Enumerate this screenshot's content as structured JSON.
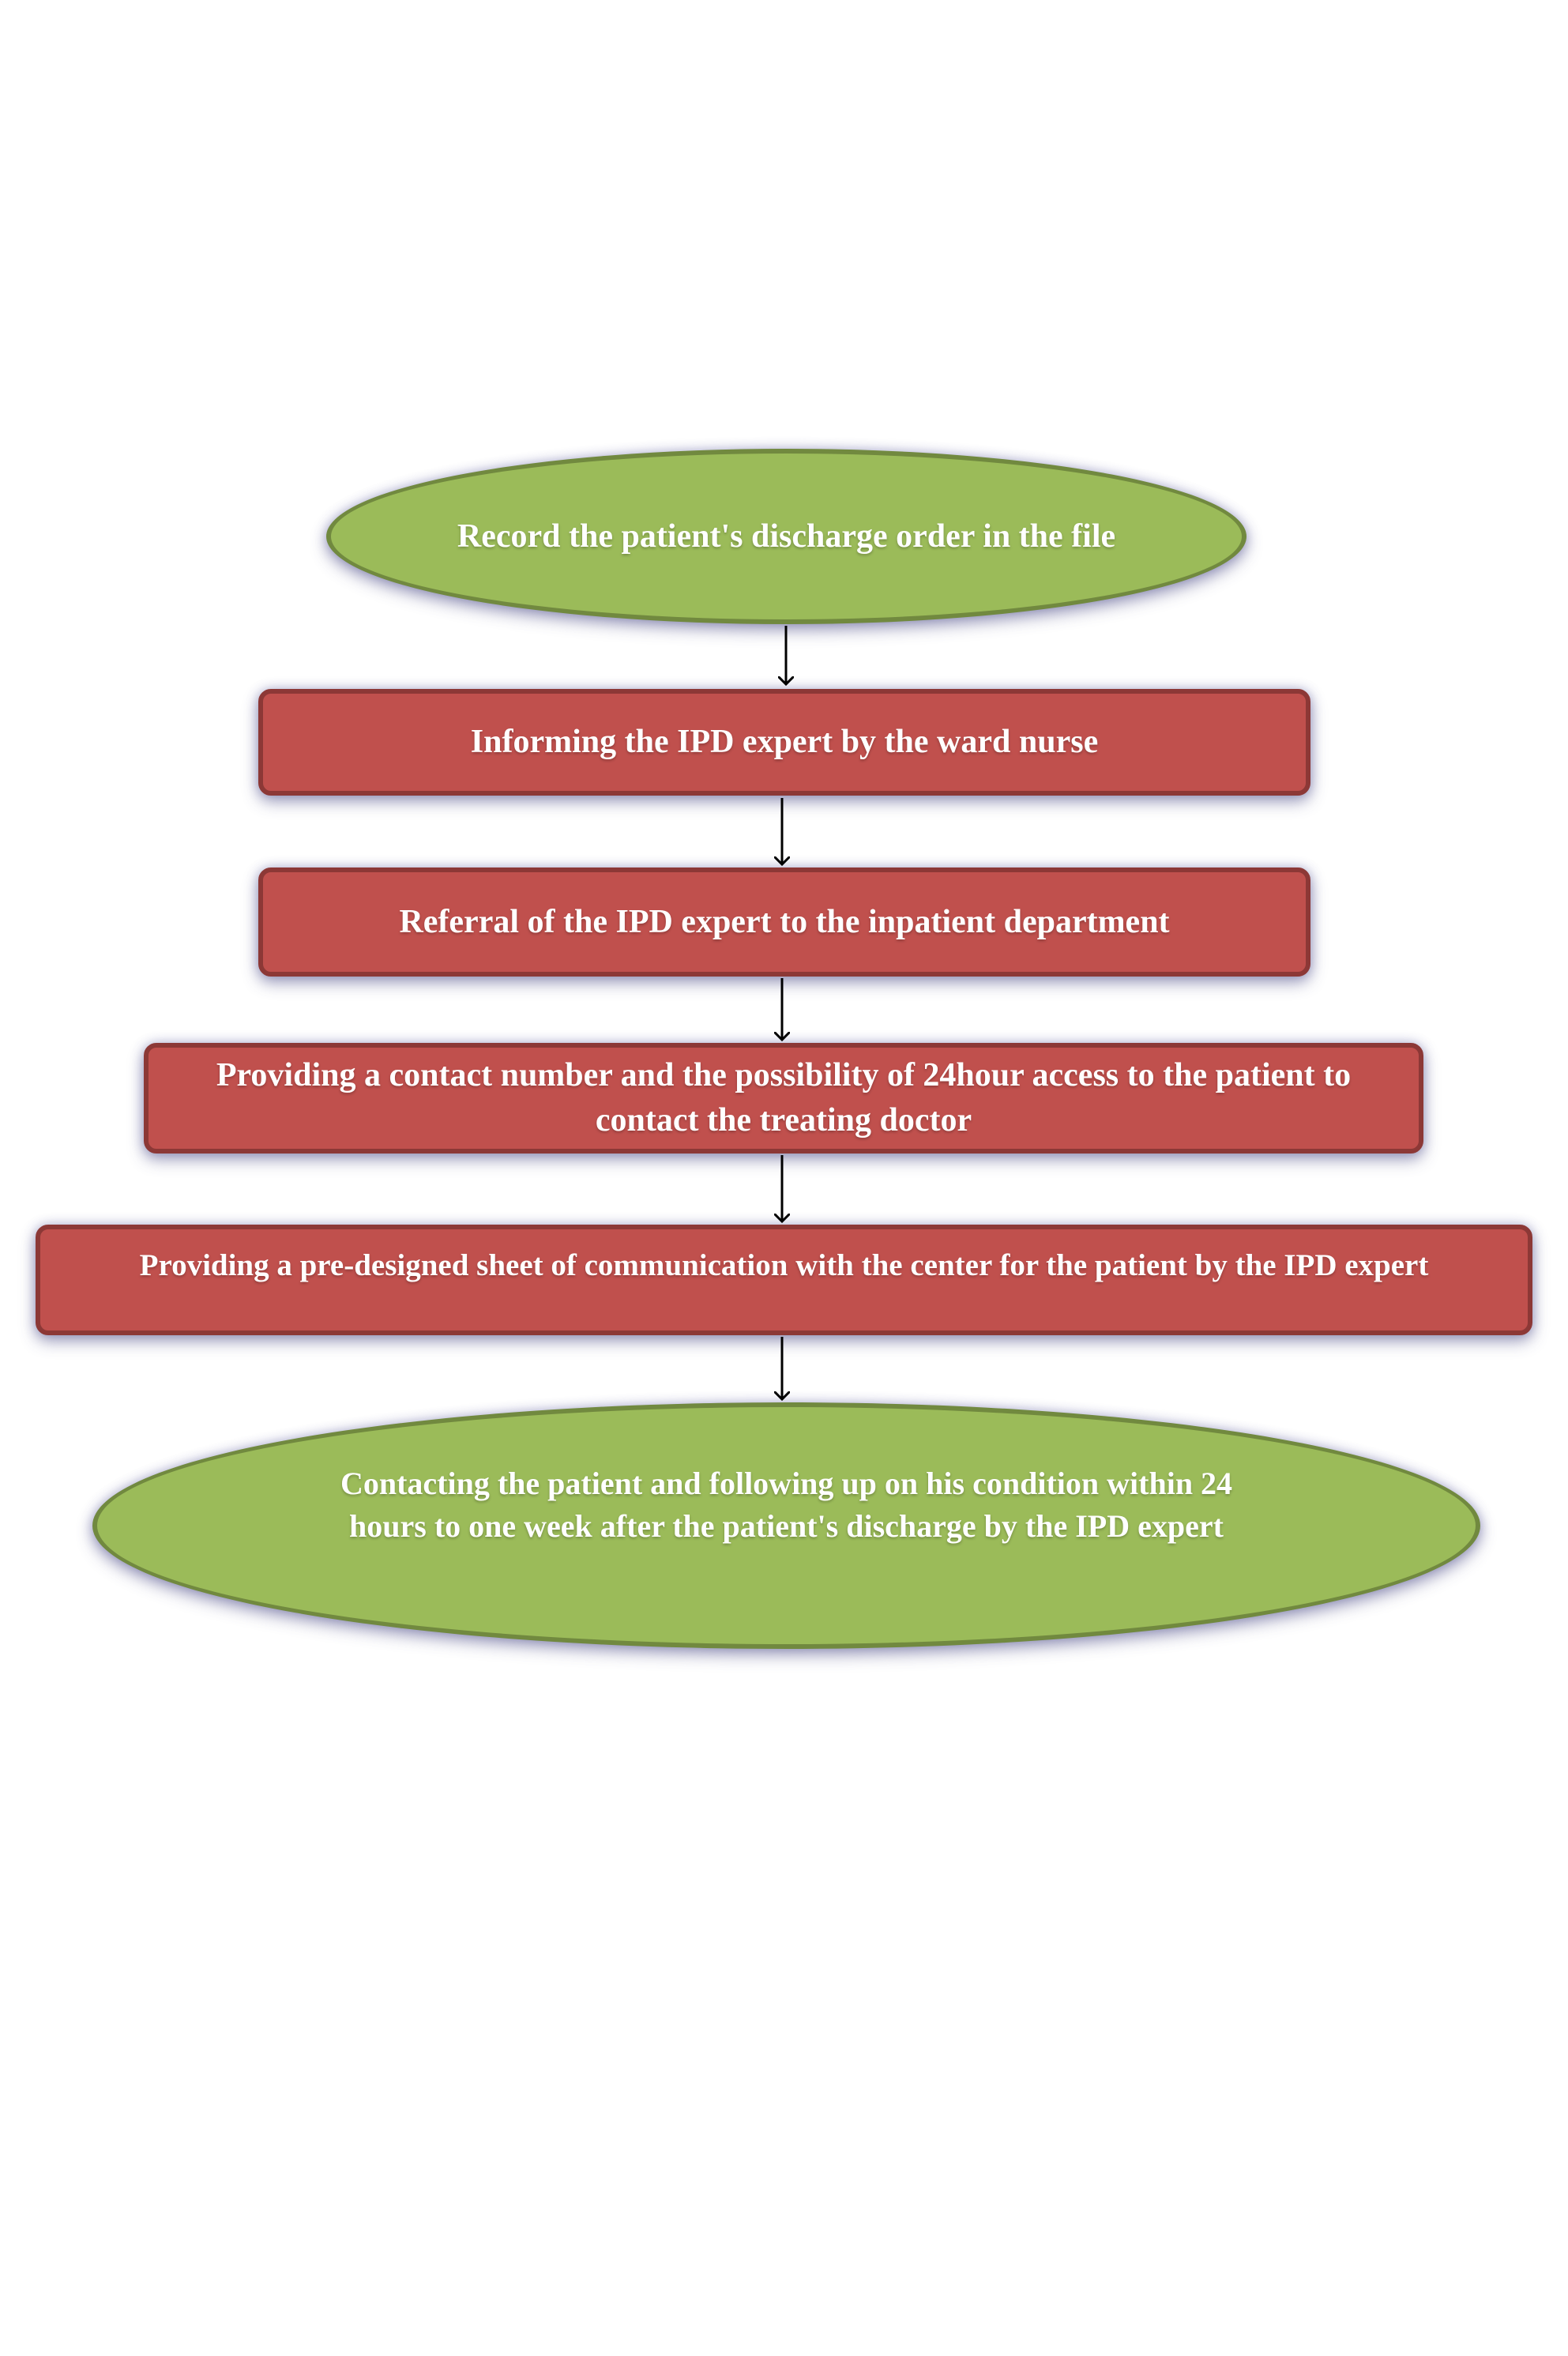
{
  "diagram": {
    "nodes": [
      {
        "id": "n1",
        "shape": "ellipse",
        "text": "Record the patient's discharge order in the file"
      },
      {
        "id": "n2",
        "shape": "rect",
        "text": "Informing the IPD expert by the ward nurse"
      },
      {
        "id": "n3",
        "shape": "rect",
        "text": "Referral of the IPD expert to the inpatient department"
      },
      {
        "id": "n4",
        "shape": "rect",
        "text": "Providing a contact number and the possibility of 24hour access to the patient to contact the treating doctor"
      },
      {
        "id": "n5",
        "shape": "rect",
        "text": "Providing a pre-designed sheet of communication with the center for the patient by the IPD expert"
      },
      {
        "id": "n6",
        "shape": "ellipse",
        "text": "Contacting the patient and following up on his condition within 24 hours to one week after the patient's discharge by the IPD expert"
      }
    ],
    "edges": [
      {
        "from": "n1",
        "to": "n2"
      },
      {
        "from": "n2",
        "to": "n3"
      },
      {
        "from": "n3",
        "to": "n4"
      },
      {
        "from": "n4",
        "to": "n5"
      },
      {
        "from": "n5",
        "to": "n6"
      }
    ],
    "colors": {
      "ellipse_fill": "#9bbb59",
      "ellipse_border": "#71893f",
      "rect_fill": "#c0504d",
      "rect_border": "#8c3836",
      "text": "#ffffff",
      "arrow": "#000000"
    }
  }
}
